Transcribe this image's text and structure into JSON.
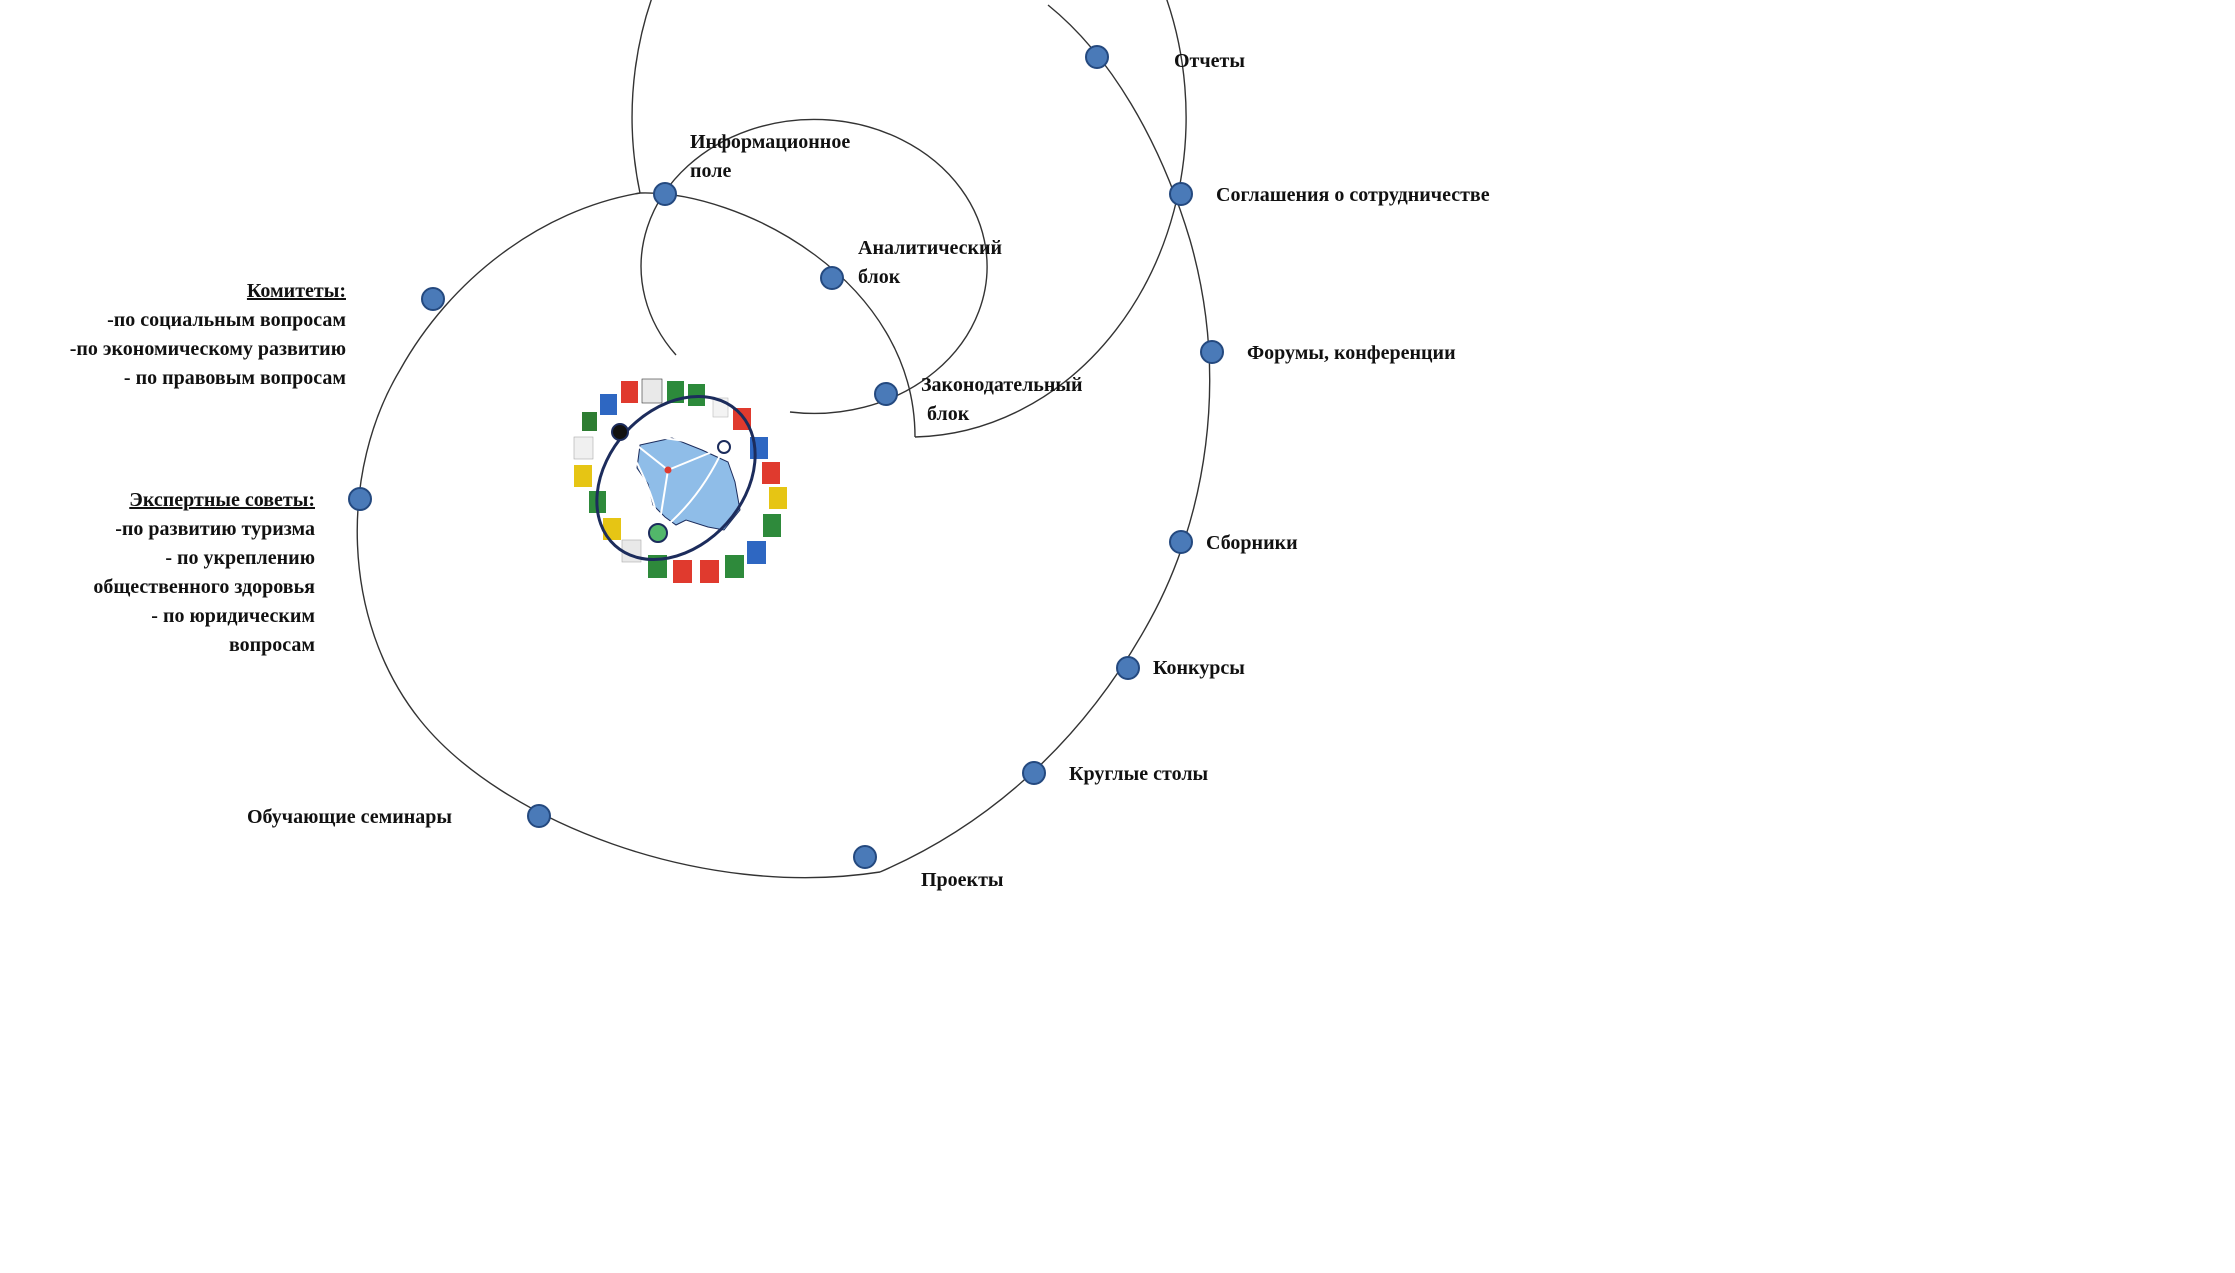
{
  "colors": {
    "node_fill": "#4a7ab8",
    "node_stroke": "#24497f",
    "orbit": "#333333",
    "map_fill": "#8fbde8",
    "ellipse": "#1c2c5c"
  },
  "center": {
    "logo": "coats-of-arms-ring-with-region-map-icon"
  },
  "inner_ring": {
    "info_field": [
      "Информационное",
      "поле"
    ],
    "analytic_block": [
      "Аналитический",
      "блок"
    ],
    "legislative_block": [
      "Законодательный",
      "блок"
    ]
  },
  "committees": {
    "title": "Комитеты:",
    "items": [
      "-по социальным вопросам",
      "-по экономическому развитию",
      "- по правовым вопросам"
    ]
  },
  "expert_councils": {
    "title": "Экспертные советы:",
    "items": [
      "-по развитию туризма",
      "- по укреплению",
      "общественного здоровья",
      "- по юридическим",
      "вопросам"
    ]
  },
  "outer_ring": {
    "reports": "Отчеты",
    "agreements": "Соглашения о сотрудничестве",
    "forums": "Форумы, конференции",
    "collections": "Сборники",
    "contests": "Конкурсы",
    "round_tables": "Круглые столы",
    "projects": "Проекты",
    "seminars": "Обучающие семинары"
  }
}
